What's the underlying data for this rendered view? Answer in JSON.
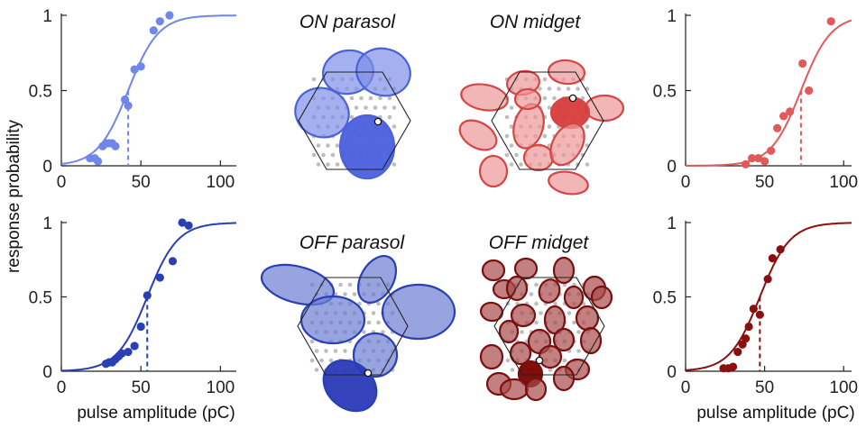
{
  "figure": {
    "ylabel": "response probability",
    "xlabel": "pulse amplitude (pC)"
  },
  "chart_data": [
    {
      "id": "on-parasol",
      "type": "scatter",
      "color": "#6f86ea",
      "title": "",
      "xlabel": "",
      "ylabel": "response probability",
      "xlim": [
        0,
        110
      ],
      "ylim": [
        0,
        1
      ],
      "xticks": [
        "0",
        "50",
        "100"
      ],
      "yticks": [
        "0",
        "0.5",
        "1"
      ],
      "threshold": 42,
      "x": [
        18,
        21,
        23,
        26,
        28,
        30,
        32,
        34,
        40,
        42,
        46,
        50,
        58,
        62,
        68
      ],
      "y": [
        0.05,
        0.05,
        0.03,
        0.13,
        0.15,
        0.15,
        0.15,
        0.13,
        0.44,
        0.4,
        0.64,
        0.66,
        0.9,
        0.96,
        1.0
      ]
    },
    {
      "id": "on-midget",
      "type": "scatter",
      "color": "#e05a5a",
      "title": "",
      "xlabel": "",
      "ylabel": "",
      "xlim": [
        0,
        105
      ],
      "ylim": [
        0,
        1
      ],
      "xticks": [
        "0",
        "50",
        "100"
      ],
      "yticks": [
        "0",
        "0.5",
        "1"
      ],
      "threshold": 73,
      "x": [
        38,
        42,
        46,
        50,
        54,
        58,
        62,
        66,
        74,
        78,
        92
      ],
      "y": [
        0.01,
        0.05,
        0.05,
        0.03,
        0.1,
        0.25,
        0.33,
        0.36,
        0.68,
        0.5,
        0.96
      ]
    },
    {
      "id": "off-parasol",
      "type": "scatter",
      "color": "#2a3fb4",
      "title": "",
      "xlabel": "pulse amplitude (pC)",
      "ylabel": "",
      "xlim": [
        0,
        110
      ],
      "ylim": [
        0,
        1
      ],
      "xticks": [
        "0",
        "50",
        "100"
      ],
      "yticks": [
        "0",
        "0.5",
        "1"
      ],
      "threshold": 54,
      "x": [
        28,
        30,
        32,
        34,
        36,
        38,
        42,
        46,
        50,
        54,
        62,
        70,
        76,
        80
      ],
      "y": [
        0.05,
        0.06,
        0.06,
        0.08,
        0.1,
        0.12,
        0.13,
        0.17,
        0.3,
        0.51,
        0.63,
        0.74,
        1.0,
        0.98
      ]
    },
    {
      "id": "off-midget",
      "type": "scatter",
      "color": "#8a1010",
      "title": "",
      "xlabel": "pulse amplitude (pC)",
      "ylabel": "",
      "xlim": [
        0,
        105
      ],
      "ylim": [
        0,
        1
      ],
      "xticks": [
        "0",
        "50",
        "100"
      ],
      "yticks": [
        "0",
        "0.5",
        "1"
      ],
      "threshold": 47,
      "x": [
        24,
        27,
        30,
        33,
        36,
        38,
        40,
        43,
        47,
        52,
        55,
        60
      ],
      "y": [
        0.02,
        0.02,
        0.03,
        0.13,
        0.18,
        0.22,
        0.3,
        0.42,
        0.38,
        0.62,
        0.76,
        0.82
      ]
    }
  ],
  "mosaics": [
    {
      "id": "on-parasol",
      "title": "ON parasol",
      "fill": "#7d8fe8",
      "stroke": "#4b63d8",
      "highlight": "#4a60de"
    },
    {
      "id": "on-midget",
      "title": "ON midget",
      "fill": "#ec9797",
      "stroke": "#d64545",
      "highlight": "#d83c3c"
    },
    {
      "id": "off-parasol",
      "title": "OFF parasol",
      "fill": "#6c7dd2",
      "stroke": "#2a3fb4",
      "highlight": "#2a3ab8"
    },
    {
      "id": "off-midget",
      "title": "OFF midget",
      "fill": "#a84a4a",
      "stroke": "#7a0f0f",
      "highlight": "#7a0000"
    }
  ]
}
